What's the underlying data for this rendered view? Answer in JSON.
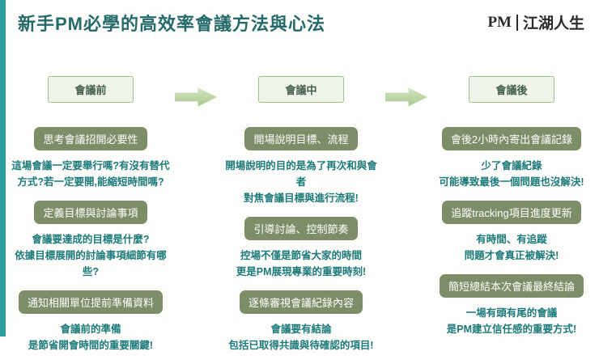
{
  "page": {
    "title": "新手PM必學的高效率會議方法與心法",
    "logo_prefix": "PM",
    "logo_suffix": "江湖人生",
    "colors": {
      "accent_teal": "#2f9e9e",
      "title_teal": "#256a6a",
      "label_olive": "#7d8d67",
      "stage_green_border": "#9fc08e",
      "stage_green_bg": "#eef4e7",
      "arrow_green": "#a7c78c",
      "desc_teal": "#1d7a7a"
    }
  },
  "columns": [
    {
      "header": "會議前",
      "sections": [
        {
          "label": "思考會議招開必要性",
          "text": "這場會議一定要舉行嗎?有沒有替代\n方式?若一定要開,能縮短時間嗎?"
        },
        {
          "label": "定義目標與討論事項",
          "text": "會議要達成的目標是什麼?\n依據目標展開的討論事項細節有哪些?"
        },
        {
          "label": "通知相關單位提前準備資料",
          "text": "會議前的準備\n是節省開會時間的重要關鍵!"
        }
      ]
    },
    {
      "header": "會議中",
      "sections": [
        {
          "label": "開場說明目標、流程",
          "text": "開場說明的目的是為了再次和與會者\n對焦會議目標與進行流程!"
        },
        {
          "label": "引導討論、控制節奏",
          "text": "控場不僅是節省大家的時間\n更是PM展現專業的重要時刻!"
        },
        {
          "label": "逐條審視會議紀錄內容",
          "text": "會議要有結論\n包括已取得共識與待確認的項目!"
        }
      ]
    },
    {
      "header": "會議後",
      "sections": [
        {
          "label": "會後2小時內寄出會議記錄",
          "text": "少了會議紀錄\n可能導致最後一個問題也沒解決!"
        },
        {
          "label": "追蹤tracking項目進度更新",
          "text": "有時間、有追蹤\n問題才會真正被解決!"
        },
        {
          "label": "簡短總結本次會議最終結論",
          "text": "一場有頭有尾的會議\n是PM建立信任感的重要方式!"
        }
      ]
    }
  ]
}
